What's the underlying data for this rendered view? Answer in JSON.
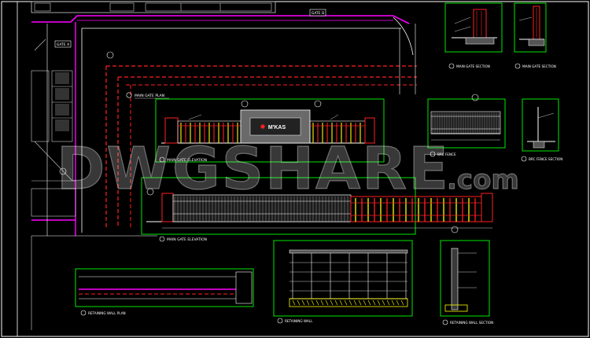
{
  "drawing": {
    "views": {
      "main_gate_plan": "MAIN GATE PLAN",
      "main_gate_elevation_1": "MAIN GATE ELEVATION",
      "main_gate_elevation_2": "MAIN GATE ELEVATION",
      "main_gate_section_1": "MAIN GATE SECTION",
      "main_gate_section_2": "MAIN GATE SECTION",
      "brc_fence": "BRC FENCE",
      "brc_fence_section": "BRC FENCE SECTION",
      "retaining_wall_plan": "RETAINING WALL PLAN",
      "retaining_wall": "RETAINING WALL",
      "retaining_wall_section": "RETAINING WALL SECTION"
    },
    "tags": {
      "gate_b": "GATE B",
      "gate_a": "GATE A"
    },
    "sign_text": "M'KAS",
    "watermark": "DWGSHARE",
    "watermark_suffix": ".com"
  },
  "colors": {
    "background": "#000000",
    "frame": "#00ff00",
    "magenta": "#ff00ff",
    "red": "#ff2020",
    "yellow": "#ffff00",
    "white": "#ffffff",
    "grey": "#9a9a9a",
    "cyan": "#00ffff"
  }
}
